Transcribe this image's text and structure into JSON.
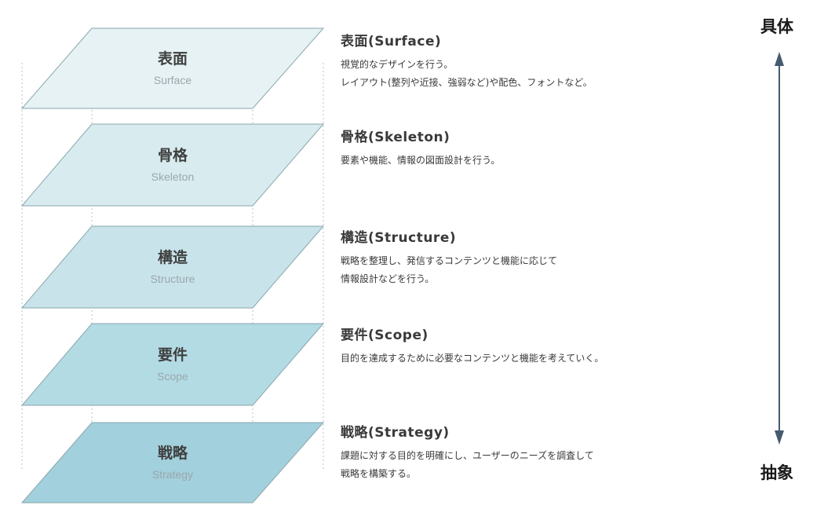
{
  "layers": [
    {
      "title_jp": "表面",
      "title_en": "Surface",
      "heading": "表面(Surface)",
      "lines": [
        "視覚的なデザインを行う。",
        "レイアウト(整列や近接、強弱など)や配色、フォントなど。"
      ],
      "fill": "#e6f2f4"
    },
    {
      "title_jp": "骨格",
      "title_en": "Skeleton",
      "heading": "骨格(Skeleton)",
      "lines": [
        "要素や機能、情報の図面設計を行う。"
      ],
      "fill": "#d8ecef"
    },
    {
      "title_jp": "構造",
      "title_en": "Structure",
      "heading": "構造(Structure)",
      "lines": [
        "戦略を整理し、発信するコンテンツと機能に応じて",
        "情報設計などを行う。"
      ],
      "fill": "#c8e4ea"
    },
    {
      "title_jp": "要件",
      "title_en": "Scope",
      "heading": "要件(Scope)",
      "lines": [
        "目的を達成するために必要なコンテンツと機能を考えていく。"
      ],
      "fill": "#b3dbe4"
    },
    {
      "title_jp": "戦略",
      "title_en": "Strategy",
      "heading": "戦略(Strategy)",
      "lines": [
        "課題に対する目的を明確にし、ユーザーのニーズを調査して",
        "戦略を構築する。"
      ],
      "fill": "#a2d0dc"
    }
  ],
  "axis": {
    "top_label": "具体",
    "bottom_label": "抽象",
    "arrow_color": "#475a6e"
  },
  "colors": {
    "outline": "#8aa6ae",
    "guide": "#b8c4c8"
  }
}
